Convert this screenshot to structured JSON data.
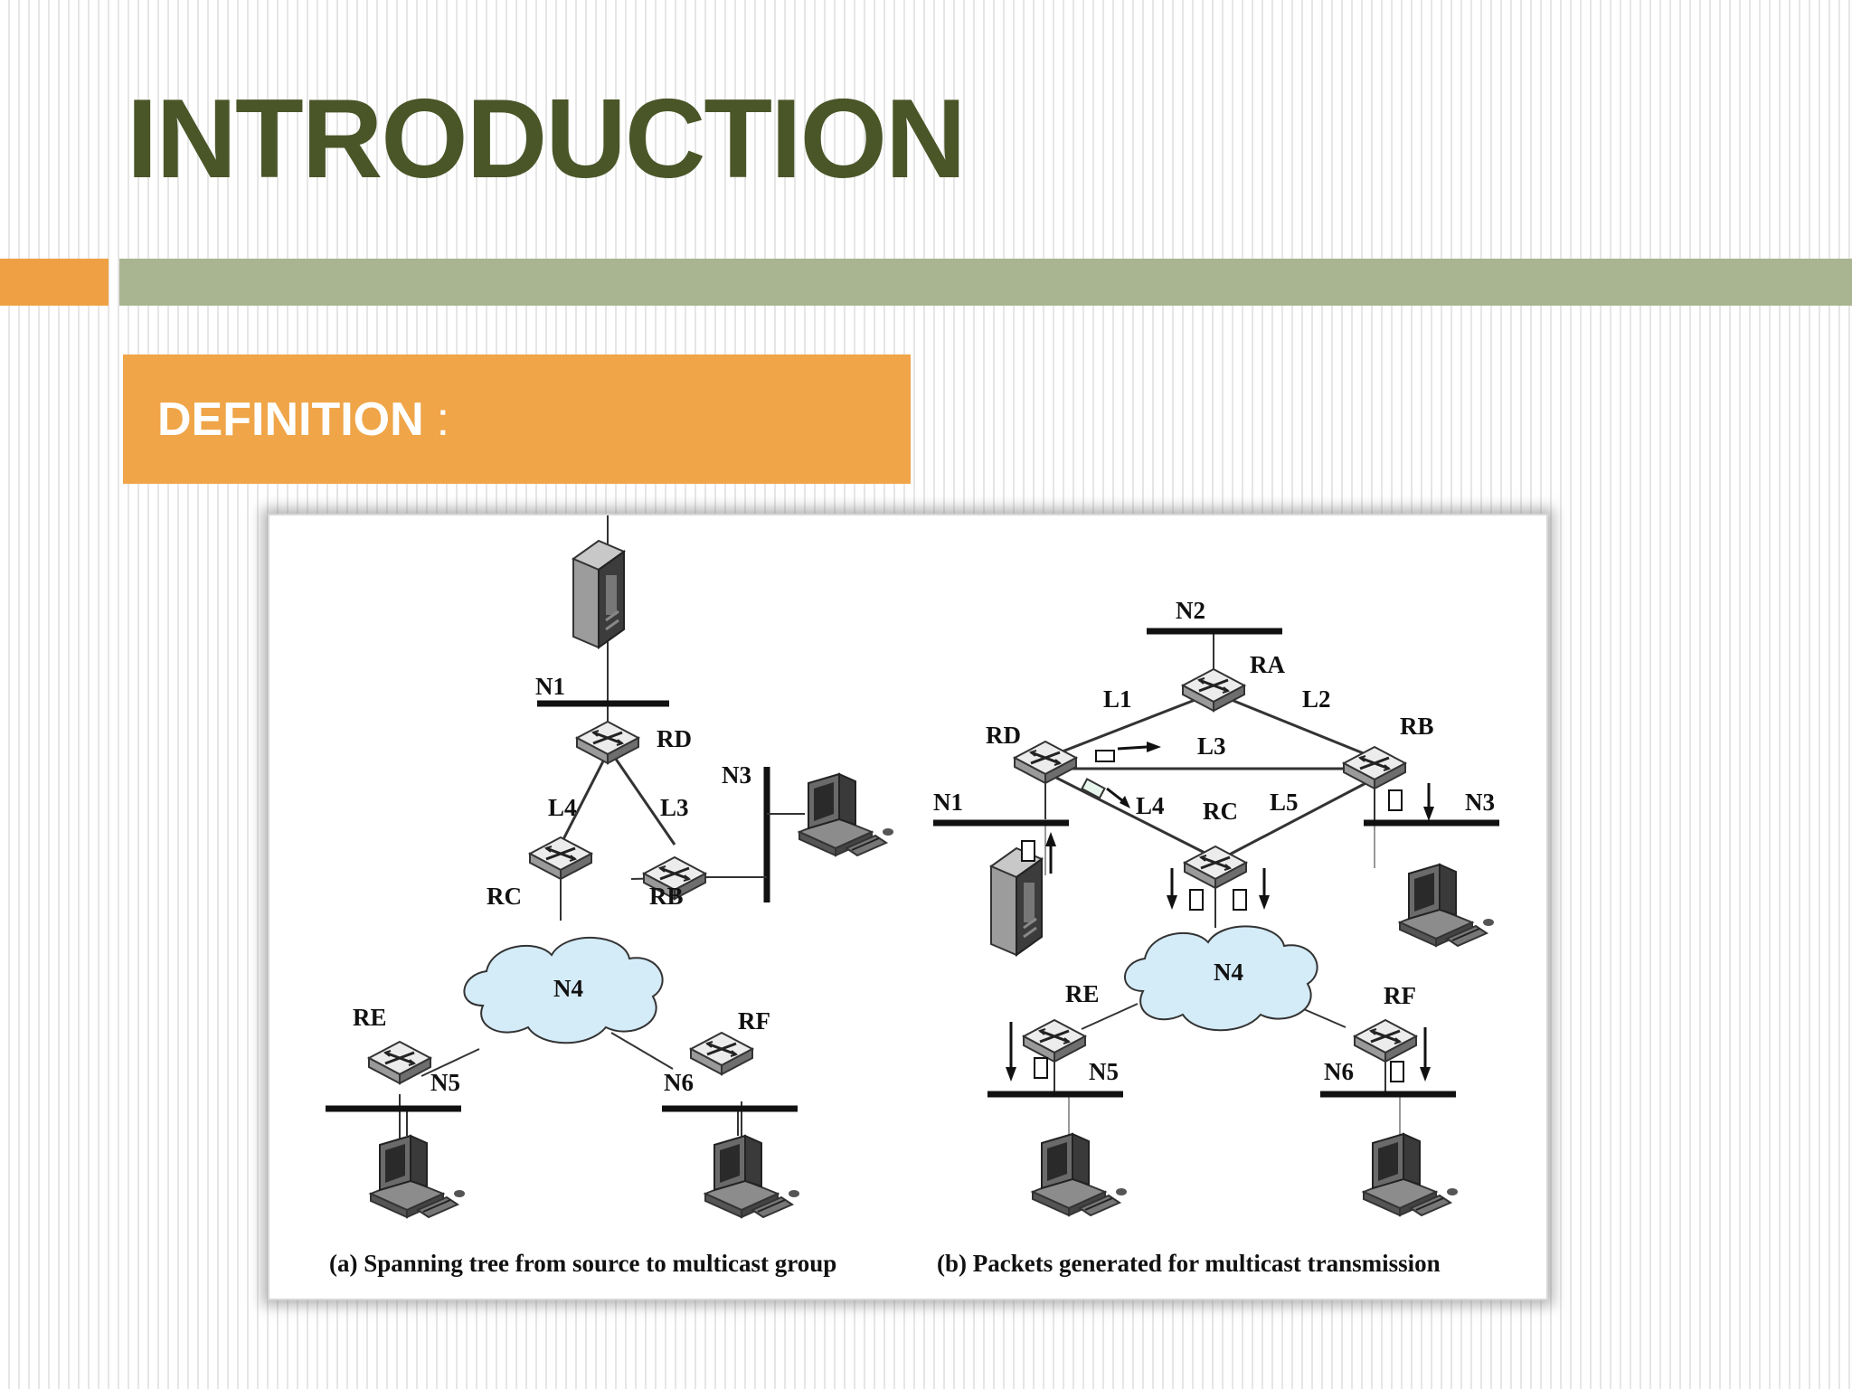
{
  "slide": {
    "title": "INTRODUCTION",
    "definition_label": "DEFINITION",
    "definition_colon": ":"
  },
  "colors": {
    "title": "#4a5628",
    "accent_orange": "#f0a044",
    "accent_green": "#a8b590",
    "definition_box": "#efa548",
    "cloud_fill": "#d4ebf8"
  },
  "figure": {
    "caption_a": "(a) Spanning tree from source to multicast group",
    "caption_b": "(b) Packets generated for multicast transmission",
    "diagram_a": {
      "n1": "N1",
      "rd": "RD",
      "n3": "N3",
      "l4": "L4",
      "l3": "L3",
      "rc": "RC",
      "rb": "RB",
      "n4": "N4",
      "re": "RE",
      "rf": "RF",
      "n5": "N5",
      "n6": "N6"
    },
    "diagram_b": {
      "n2": "N2",
      "ra": "RA",
      "l1": "L1",
      "l2": "L2",
      "rd": "RD",
      "l3": "L3",
      "rb": "RB",
      "n1": "N1",
      "l4": "L4",
      "rc": "RC",
      "l5": "L5",
      "n3": "N3",
      "n4": "N4",
      "re": "RE",
      "rf": "RF",
      "n5": "N5",
      "n6": "N6"
    },
    "icons": [
      "server-icon",
      "workstation-icon",
      "router-icon",
      "network-cloud-icon",
      "packet-icon",
      "arrow-icon"
    ]
  }
}
